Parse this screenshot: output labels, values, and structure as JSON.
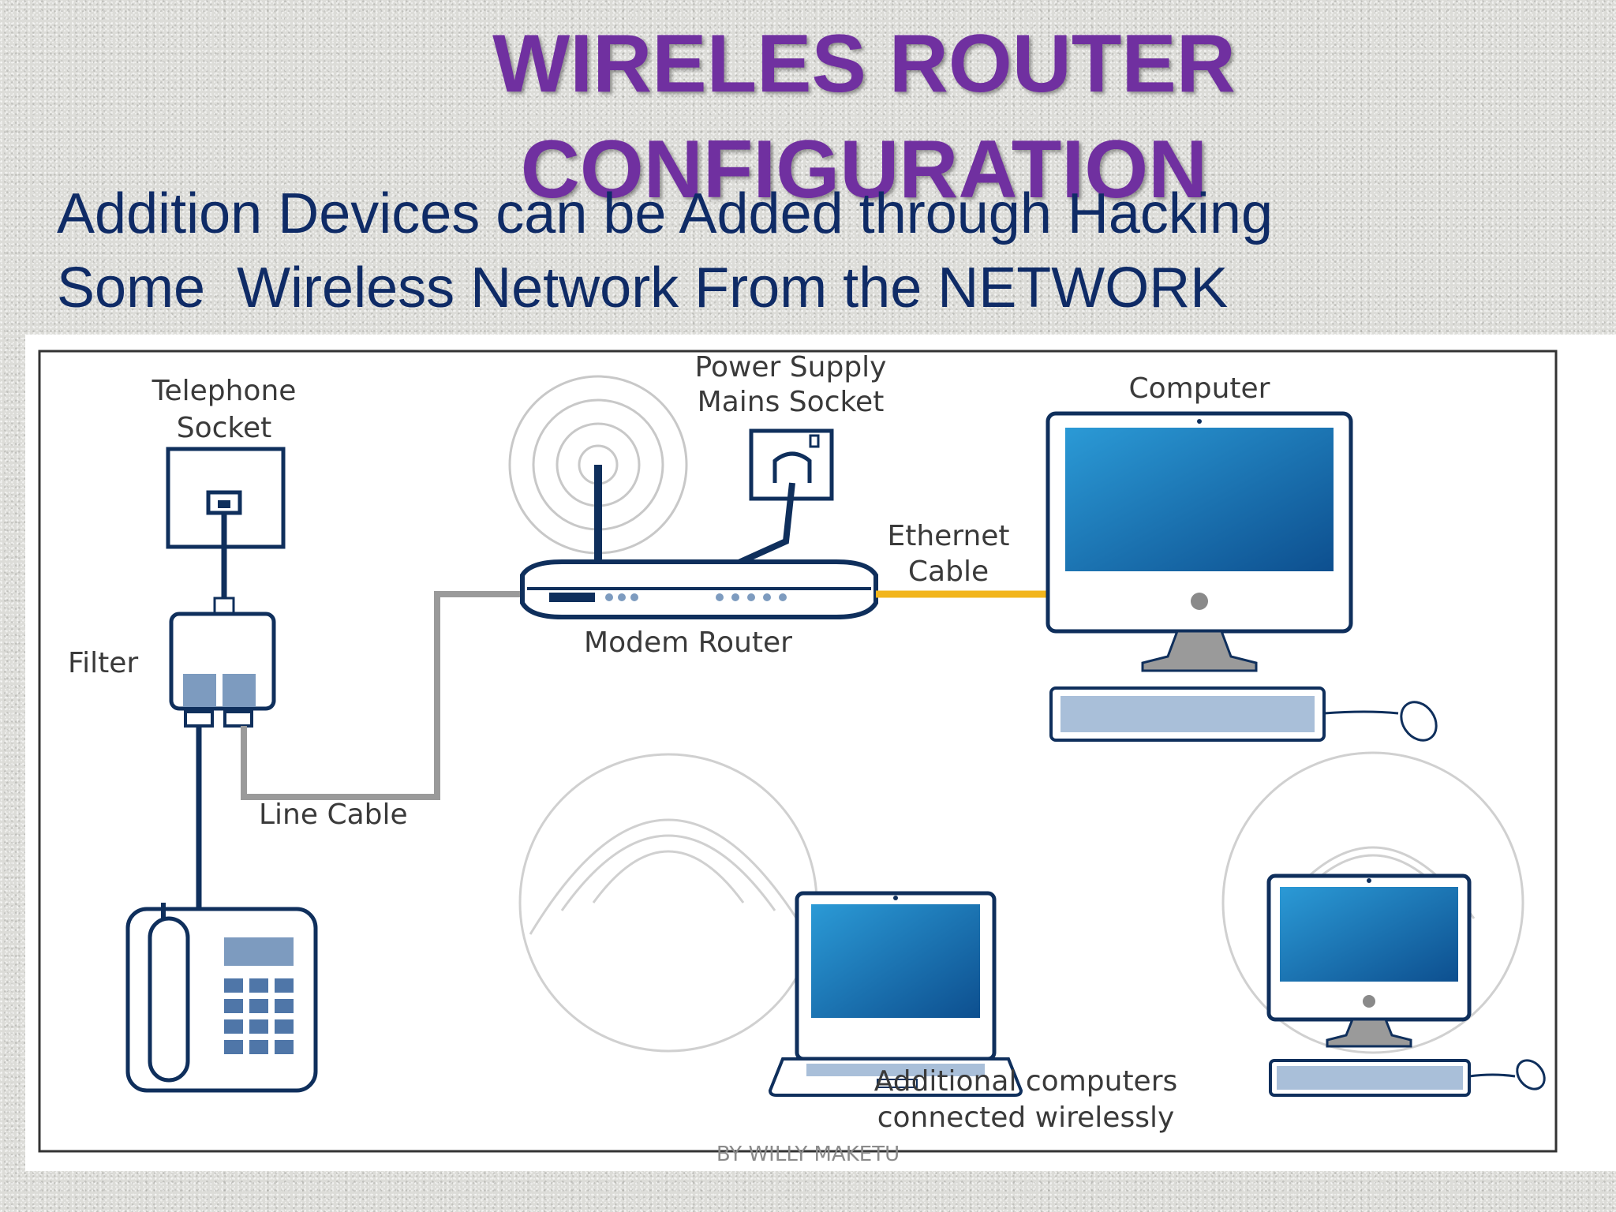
{
  "slide": {
    "title_line1": "WIRELES ROUTER",
    "title_line2": "CONFIGURATION",
    "subtitle": "Addition Devices can be Added through Hacking\nSome  Wireless Network From the NETWORK",
    "footer": "BY WILLY MAKETU"
  },
  "diagram": {
    "labels": {
      "telephone_socket_1": "Telephone",
      "telephone_socket_2": "Socket",
      "power_supply_1": "Power Supply",
      "power_supply_2": "Mains Socket",
      "computer": "Computer",
      "ethernet_1": "Ethernet",
      "ethernet_2": "Cable",
      "modem_router": "Modem Router",
      "filter": "Filter",
      "line_cable": "Line Cable",
      "additional_1": "Additional computers",
      "additional_2": "connected wirelessly"
    },
    "colors": {
      "navy": "#0f2f5c",
      "screen_blue": "#1a6fb5",
      "ethernet_yellow": "#f2b51c",
      "line_gray": "#9a9a9a",
      "accent_blue": "#7d9bbf"
    }
  }
}
